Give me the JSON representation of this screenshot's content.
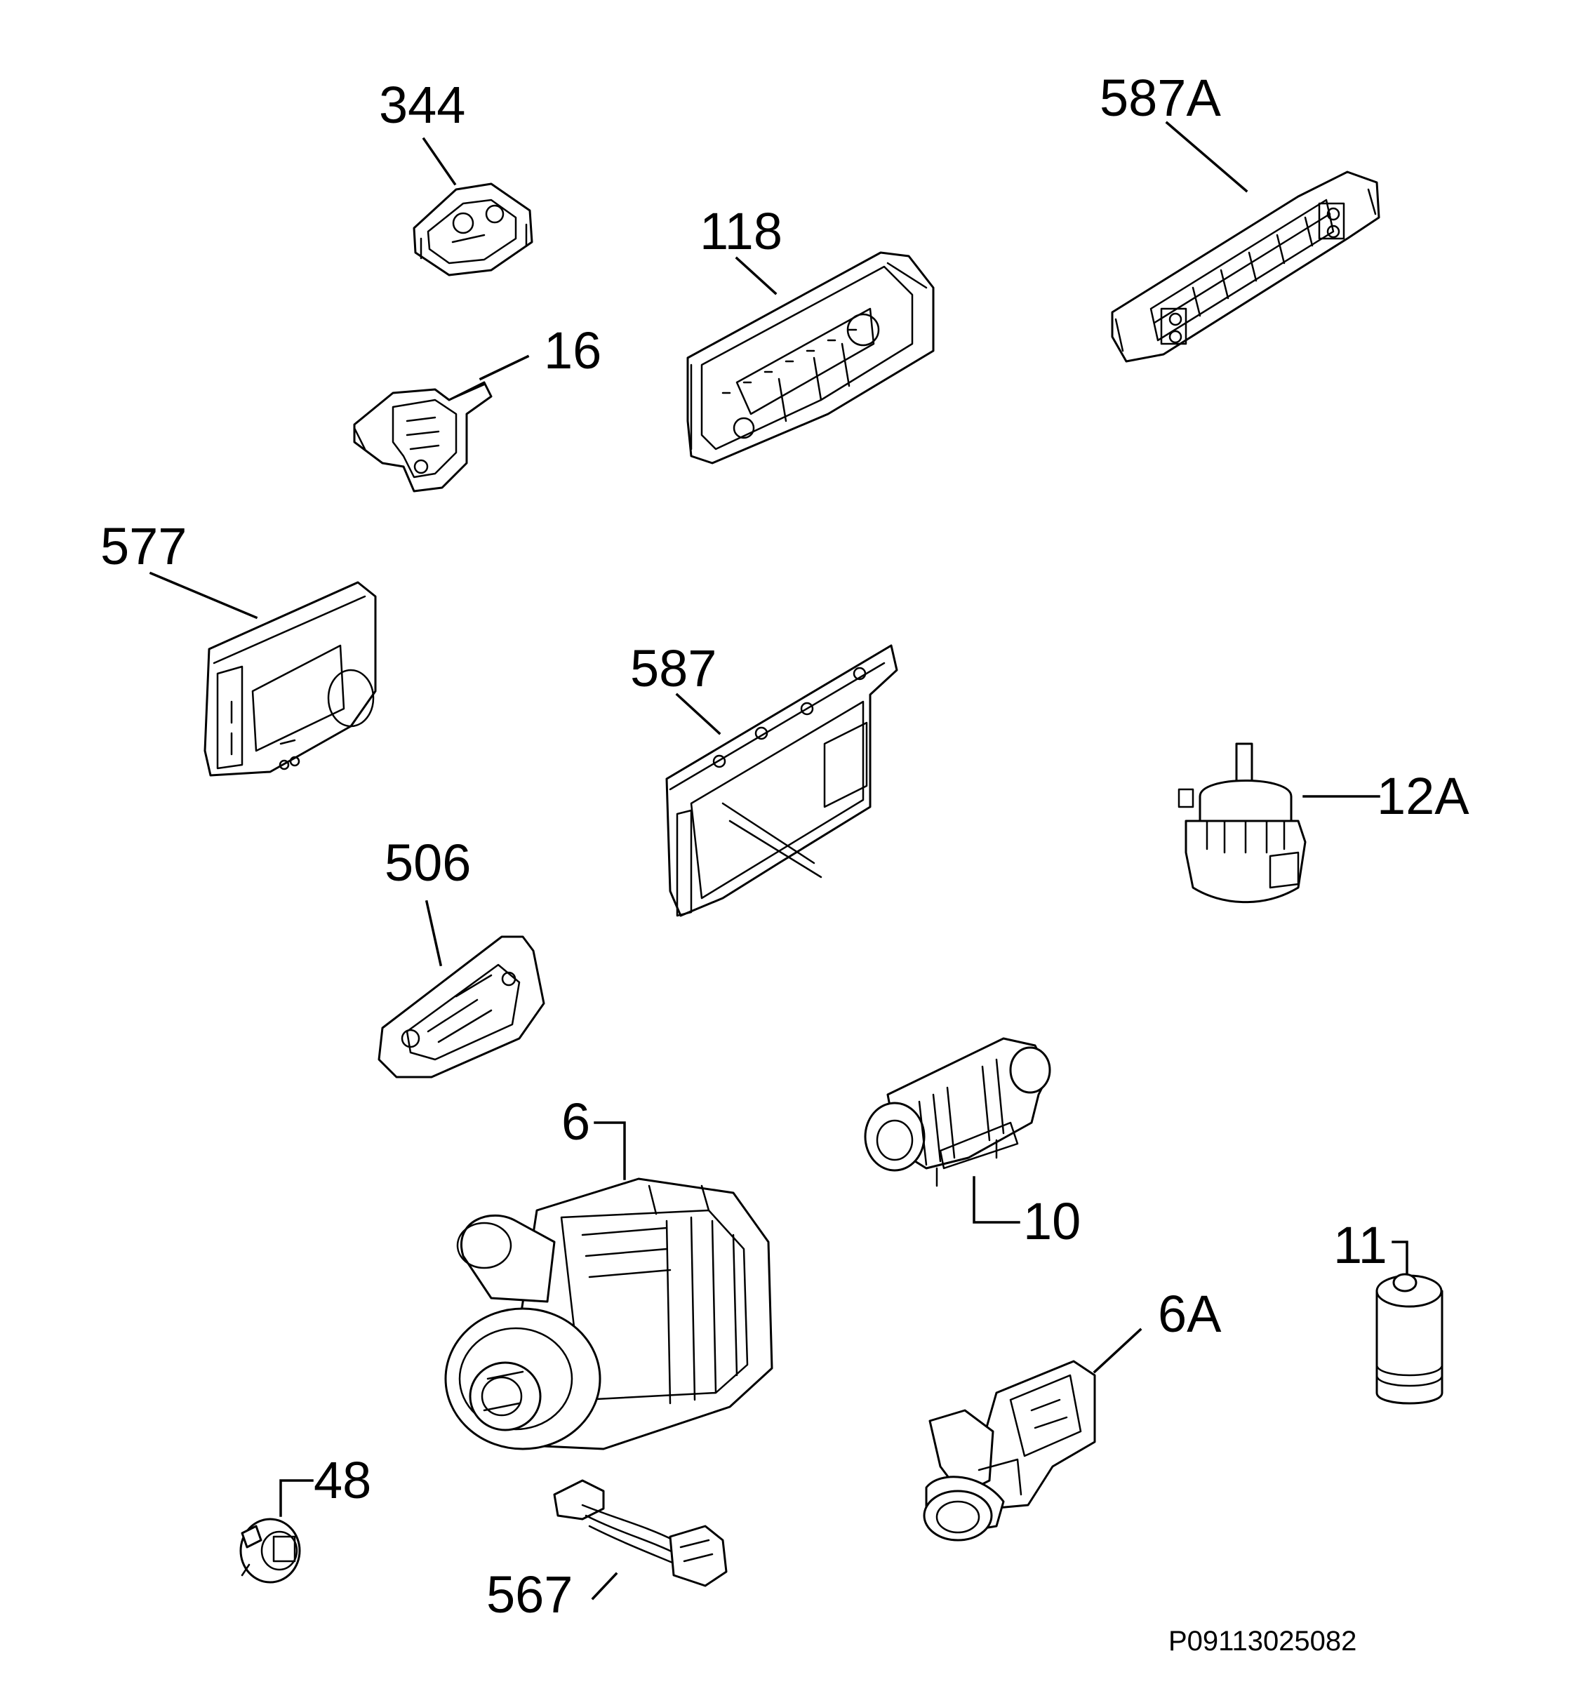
{
  "diagram": {
    "reference_code": "P09113025082",
    "callouts": [
      {
        "id": "344",
        "label": "344"
      },
      {
        "id": "587A",
        "label": "587A"
      },
      {
        "id": "118",
        "label": "118"
      },
      {
        "id": "16",
        "label": "16"
      },
      {
        "id": "577",
        "label": "577"
      },
      {
        "id": "587",
        "label": "587"
      },
      {
        "id": "12A",
        "label": "12A"
      },
      {
        "id": "506",
        "label": "506"
      },
      {
        "id": "6",
        "label": "6"
      },
      {
        "id": "10",
        "label": "10"
      },
      {
        "id": "11",
        "label": "11"
      },
      {
        "id": "6A",
        "label": "6A"
      },
      {
        "id": "48",
        "label": "48"
      },
      {
        "id": "567",
        "label": "567"
      }
    ]
  }
}
